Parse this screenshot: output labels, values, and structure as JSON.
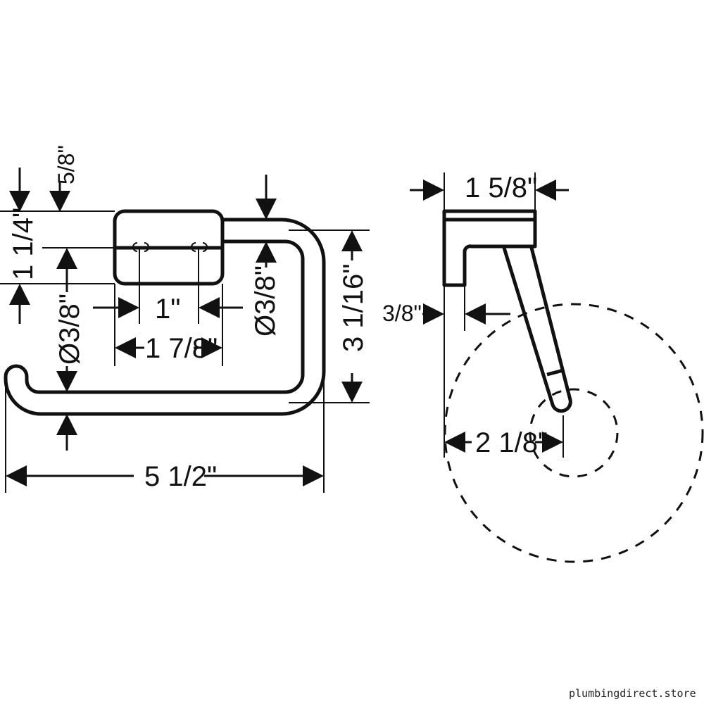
{
  "dimensions": {
    "front_top_offset": "5/8\"",
    "front_bracket_height": "1 1/4\"",
    "front_hole_spacing": "1\"",
    "front_bracket_width": "1 7/8\"",
    "front_bar_dia_left": "Ø3/8\"",
    "front_bar_dia_right": "Ø3/8\"",
    "front_height": "3 1/16\"",
    "front_overall_width": "5 1/2\"",
    "side_mount_width": "1 5/8\"",
    "side_wall_offset": "3/8\"",
    "side_projection": "2 1/8\""
  },
  "watermark": "plumbingdirect.store"
}
